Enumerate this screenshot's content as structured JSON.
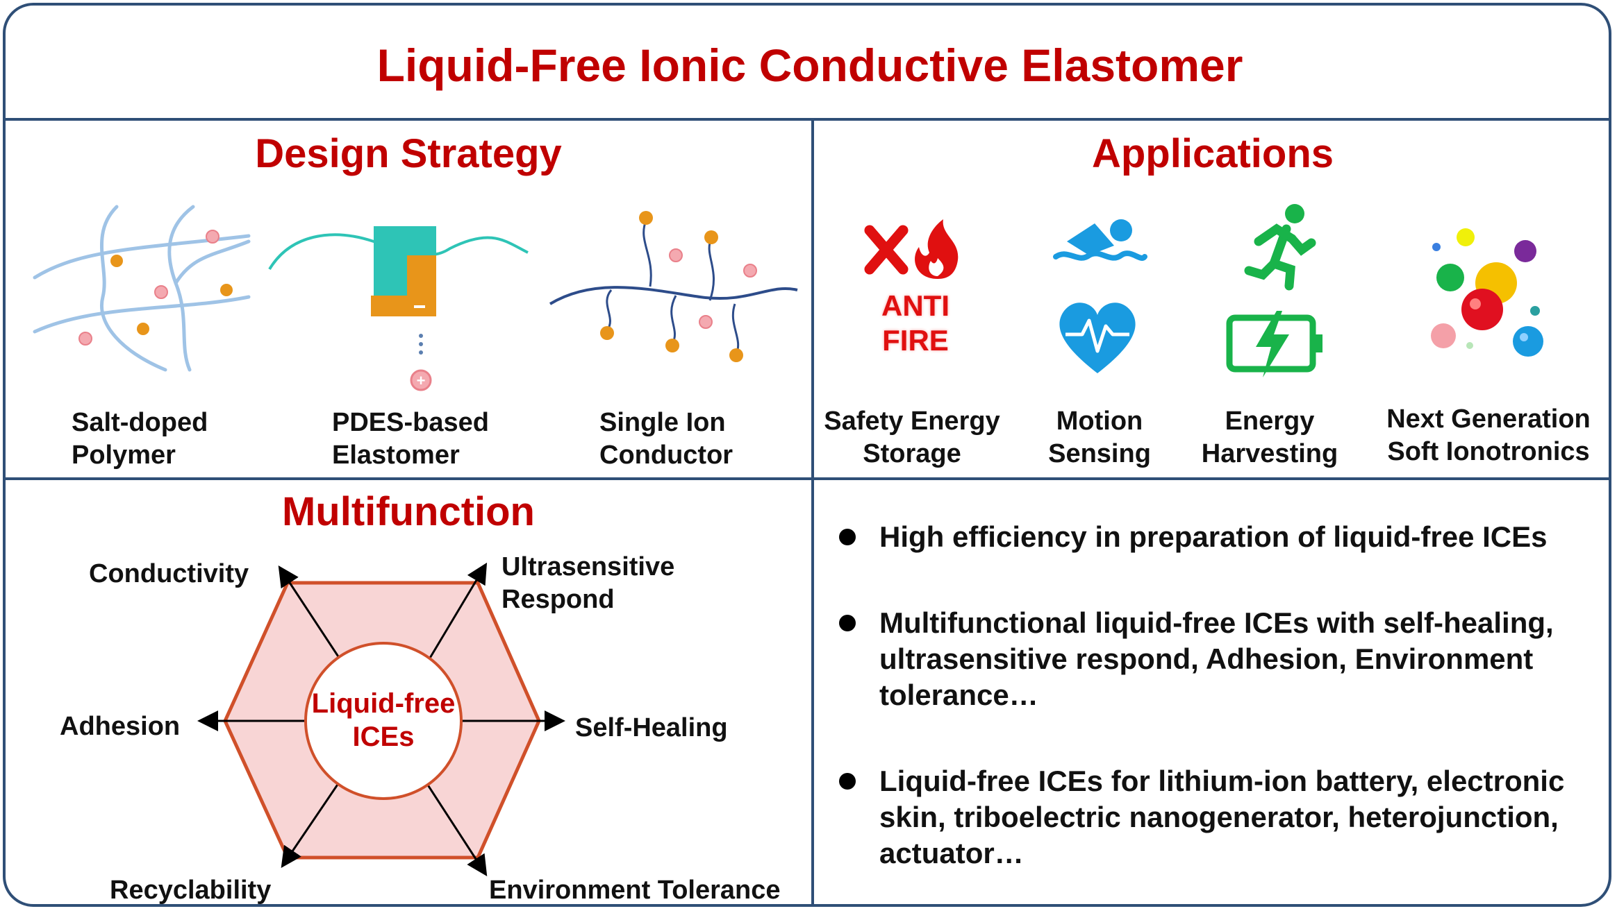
{
  "main_title": "Liquid-Free Ionic Conductive Elastomer",
  "design_strategy": {
    "heading": "Design Strategy",
    "items": [
      {
        "line1": "Salt-doped",
        "line2": "Polymer"
      },
      {
        "line1": "PDES-based",
        "line2": "Elastomer"
      },
      {
        "line1": "Single Ion",
        "line2": "Conductor"
      }
    ]
  },
  "applications": {
    "heading": "Applications",
    "anti_fire_line1": "ANTI",
    "anti_fire_line2": "FIRE",
    "items": [
      {
        "line1": "Safety Energy",
        "line2": "Storage"
      },
      {
        "line1": "Motion",
        "line2": "Sensing"
      },
      {
        "line1": "Energy",
        "line2": "Harvesting"
      },
      {
        "line1": "Next Generation",
        "line2": "Soft Ionotronics"
      }
    ]
  },
  "multifunction": {
    "heading": "Multifunction",
    "center_line1": "Liquid-free",
    "center_line2": "ICEs",
    "conductivity": "Conductivity",
    "ultrasensitive_line1": "Ultrasensitive",
    "ultrasensitive_line2": "Respond",
    "adhesion": "Adhesion",
    "self_healing": "Self-Healing",
    "recyclability": "Recyclability",
    "environment_tolerance": "Environment Tolerance"
  },
  "highlights": [
    "High efficiency in preparation of liquid-free ICEs",
    "Multifunctional liquid-free ICEs with self-healing, ultrasensitive respond, Adhesion, Environment tolerance…",
    "Liquid-free ICEs for lithium-ion battery, electronic skin, triboelectric nanogenerator, heterojunction, actuator…"
  ],
  "colors": {
    "frame": "#2f4f77",
    "heading_red": "#c00000",
    "polymer_blue": "#9fc3e6",
    "anion_orange": "#e8951a",
    "cation_pink": "#f4a9b0",
    "hexagon_fill": "#f8d5d5",
    "hexagon_stroke": "#d0502a"
  }
}
